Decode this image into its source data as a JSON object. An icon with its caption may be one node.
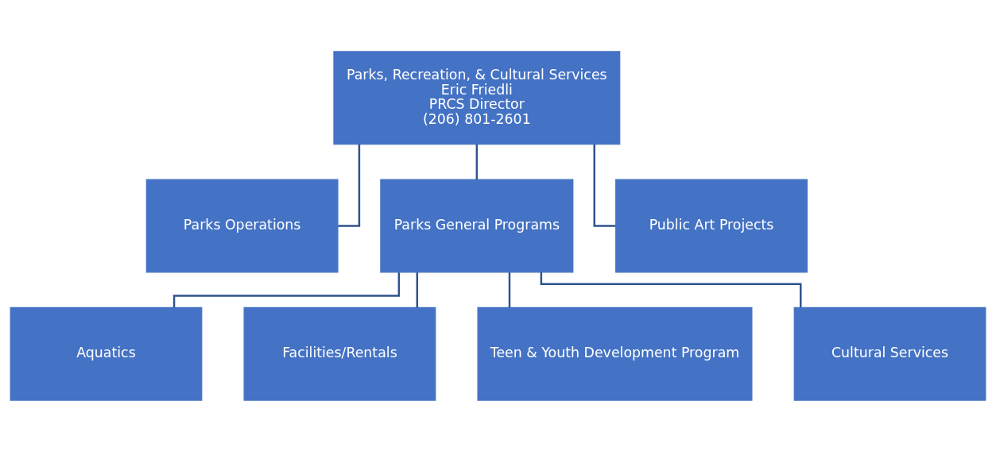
{
  "diagram": {
    "nodes": [
      {
        "text": [
          "Parks, Recreation, & Cultural Services",
          "Eric Friedli",
          "PRCS Director",
          "(206) 801-2601"
        ]
      },
      {
        "text": [
          "Parks Operations"
        ]
      },
      {
        "text": [
          "Parks General Programs"
        ]
      },
      {
        "text": [
          "Public Art Projects"
        ]
      },
      {
        "text": [
          "Aquatics"
        ]
      },
      {
        "text": [
          "Facilities/Rentals"
        ]
      },
      {
        "text": [
          "Teen & Youth Development Program"
        ]
      },
      {
        "text": [
          "Cultural Services"
        ]
      }
    ],
    "edges": [
      {
        "from": 0,
        "to": 1,
        "arrow": "none"
      },
      {
        "from": 0,
        "to": 2,
        "arrow": "none"
      },
      {
        "from": 0,
        "to": 3,
        "arrow": "none"
      },
      {
        "from": 2,
        "to": 4,
        "arrow": "none"
      },
      {
        "from": 2,
        "to": 5,
        "arrow": "none"
      },
      {
        "from": 2,
        "to": 6,
        "arrow": "none"
      },
      {
        "from": 2,
        "to": 7,
        "arrow": "none"
      }
    ]
  }
}
